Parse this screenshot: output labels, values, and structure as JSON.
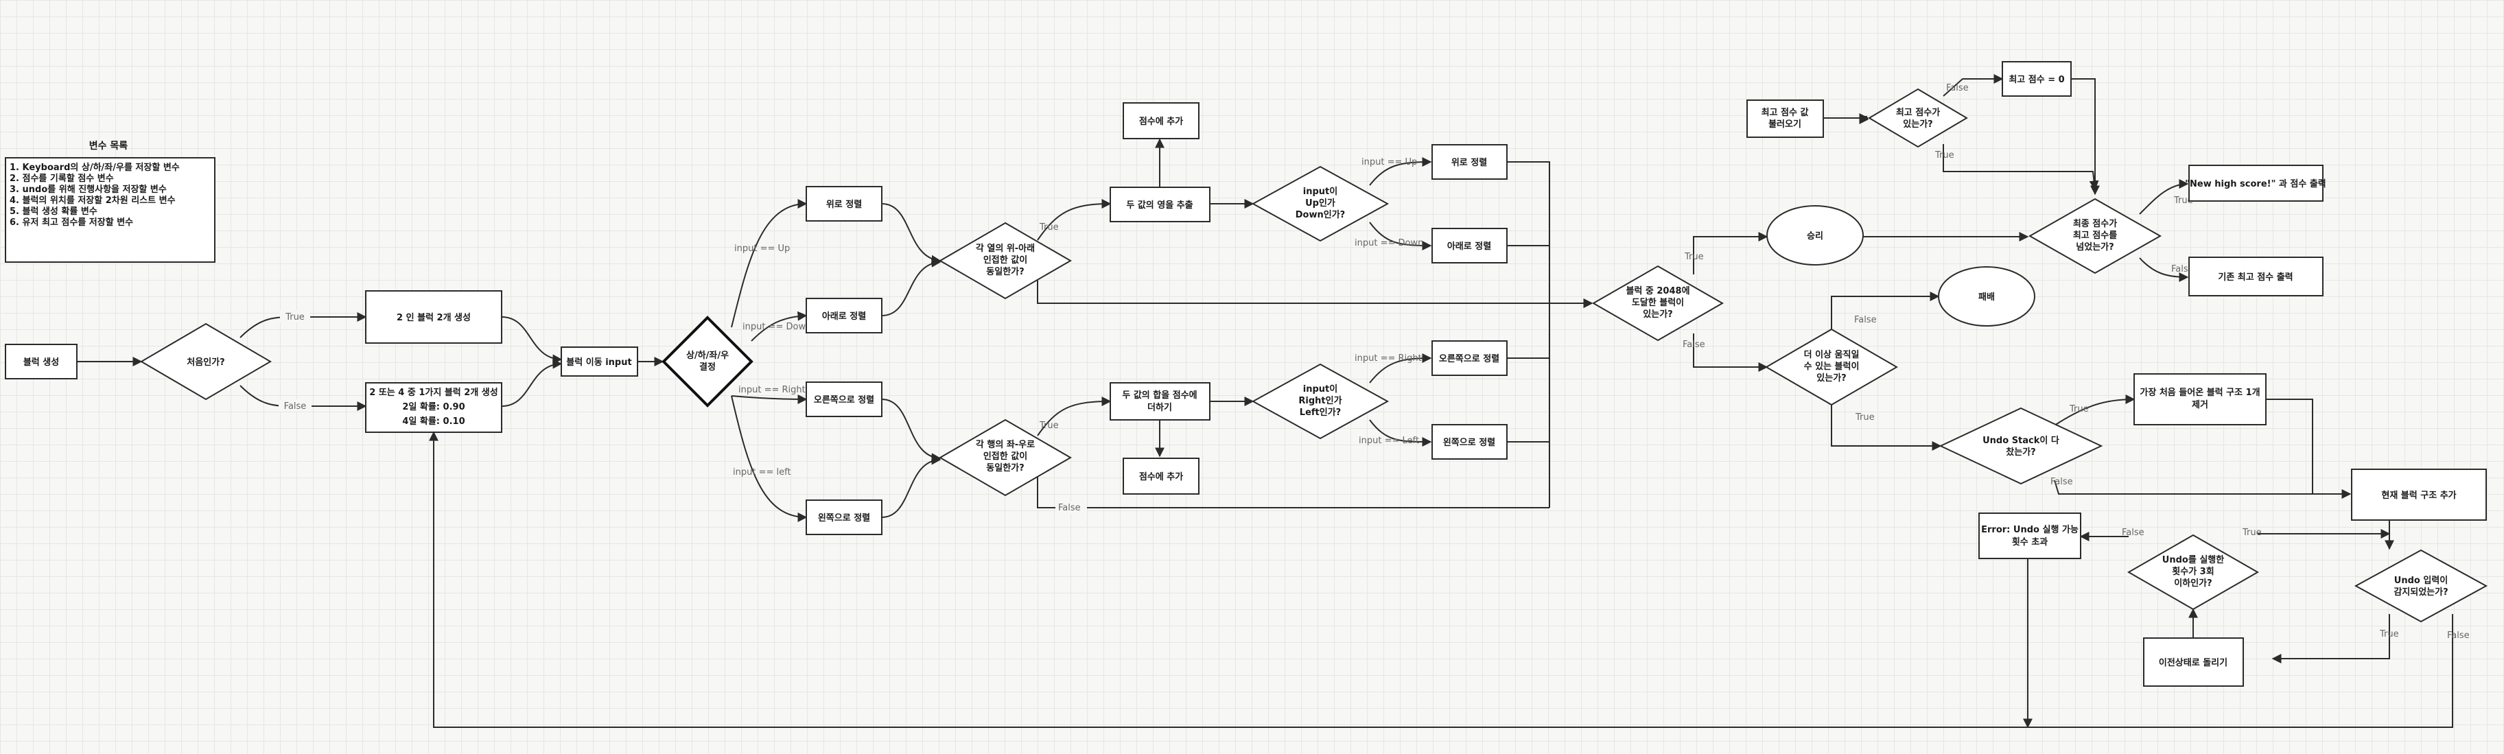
{
  "var_panel": {
    "title": "변수 목록",
    "lines": [
      "1. Keyboard의 상/하/좌/우를 저장할 변수",
      "2. 점수를 기록할 점수 변수",
      "3. undo를 위해 진행사항을 저장할 변수",
      "4. 블럭의 위치를 저장할 2차원 리스트 변수",
      "5. 블럭 생성 확률 변수",
      "6. 유저 최고 점수를 저장할 변수"
    ]
  },
  "nodes": {
    "block_create": "블럭 생성",
    "is_first": "처음인가?",
    "spawn_two_twos": "2 인 블럭 2개 생성",
    "spawn_random": [
      "2 또는 4 중 1가지 블럭 2개 생성",
      "2일 확률: 0.90",
      "4일 확률: 0.10"
    ],
    "block_move_input": "블럭 이동 input",
    "dir_decide": [
      "상/하/좌/우",
      "결정"
    ],
    "sort_up": "위로 정렬",
    "sort_down": "아래로 정렬",
    "sort_right": "오른쪽으로 정렬",
    "sort_left": "왼쪽으로 정렬",
    "vertical_same": [
      "각 열의 위-아래",
      "인접한 값이",
      "동일한가?"
    ],
    "horizontal_same": [
      "각 행의 좌-우로",
      "인접한 값이",
      "동일한가?"
    ],
    "double_value_top": "두 값의 영을 추출",
    "add_score_top": "점수에 추가",
    "sum_value_bottom": [
      "두 값의 합을 점수에",
      "더하기"
    ],
    "add_score_bottom": "점수에 추가",
    "is_up_or_down": [
      "input이",
      "Up인가",
      "Down인가?"
    ],
    "is_right_or_left": [
      "input이",
      "Right인가",
      "Left인가?"
    ],
    "sort_up_2": "위로 정렬",
    "sort_down_2": "아래로 정렬",
    "sort_right_2": "오른쪽으로 정렬",
    "sort_left_2": "왼쪽으로 정렬",
    "has_2048": [
      "블럭 중 2048에",
      "도달한 블럭이",
      "있는가?"
    ],
    "win": "승리",
    "lose": "패배",
    "can_move": [
      "더 이상 움직일",
      "수 있는 블럭이",
      "있는가?"
    ],
    "load_high_score": [
      "최고 점수 값",
      "불러오기"
    ],
    "has_high_score": [
      "최고 점수가",
      "있는가?"
    ],
    "high_score_zero": "최고 점수 = 0",
    "final_gt_high": [
      "최종 점수가",
      "최고 점수를",
      "넘었는가?"
    ],
    "new_high_score": "\"New high score!\" 과 점수 출력",
    "print_old_high": "기존 최고 점수 출력",
    "undo_stack_full": [
      "Undo Stack이 다",
      "찼는가?"
    ],
    "remove_oldest": [
      "가장 처음 들어온 블럭 구조 1개",
      "제거"
    ],
    "add_current": "현재 블럭 구조 추가",
    "undo_detected": [
      "Undo 입력이",
      "감지되었는가?"
    ],
    "undo_count": [
      "Undo를 실행한",
      "횟수가 3회",
      "이하인가?"
    ],
    "undo_error": [
      "Error: Undo 실행 가능",
      "횟수 초과"
    ],
    "revert_prev": "이전상태로 돌리기"
  },
  "edge_labels": {
    "true": "True",
    "false": "False",
    "input_up": "input == Up",
    "input_down": "input == Down",
    "input_right": "input == Right",
    "input_left": "input == left",
    "input_up_2": "input == Up",
    "input_down_2": "input == Down",
    "input_right_2": "input == Right",
    "input_left_2": "input == Left"
  }
}
